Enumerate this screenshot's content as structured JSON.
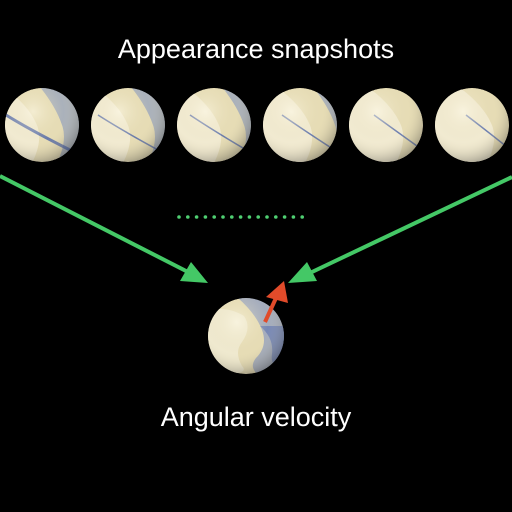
{
  "title": "Appearance snapshots",
  "footer": "Angular velocity",
  "snapshot_count": 6,
  "colors": {
    "background": "#000000",
    "sphere_base": "#e6dcb5",
    "sphere_patch": "#6e85c2",
    "arrow_green": "#44c866",
    "arrow_red": "#e14b2a",
    "dots": "#4fcf72"
  }
}
